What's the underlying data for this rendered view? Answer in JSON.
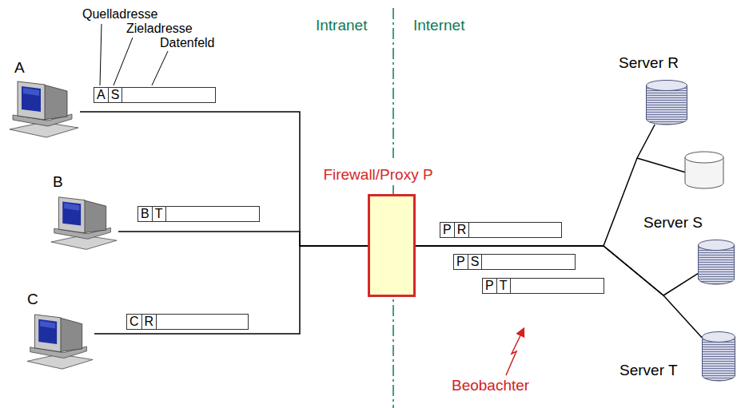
{
  "diagram": {
    "nodes": [
      {
        "text": [
          "A"
        ]
      },
      {
        "text": [
          "A",
          "S"
        ]
      },
      {
        "text": [
          "B"
        ]
      },
      {
        "text": [
          "B",
          "T"
        ]
      },
      {
        "text": [
          "C"
        ]
      },
      {
        "text": [
          "C",
          "R"
        ]
      },
      {
        "text": [
          "Firewall/Proxy P"
        ]
      },
      {
        "text": [
          "P",
          "R"
        ]
      },
      {
        "text": [
          "P",
          "S"
        ]
      },
      {
        "text": [
          "P",
          "T"
        ]
      },
      {
        "text": [
          "Server R"
        ]
      },
      {
        "text": [
          "Server S"
        ]
      },
      {
        "text": [
          "Server T"
        ]
      }
    ],
    "edges": [
      {
        "from": 0,
        "to": 6,
        "arrow": "none"
      },
      {
        "from": 2,
        "to": 6,
        "arrow": "none"
      },
      {
        "from": 4,
        "to": 6,
        "arrow": "none"
      },
      {
        "from": 6,
        "to": 10,
        "arrow": "none"
      },
      {
        "from": 6,
        "to": 11,
        "arrow": "none"
      },
      {
        "from": 6,
        "to": 12,
        "arrow": "none"
      }
    ],
    "labels": [
      "Quelladresse",
      "Zieladresse",
      "Datenfeld",
      "Intranet",
      "Internet",
      "Beobachter"
    ]
  }
}
